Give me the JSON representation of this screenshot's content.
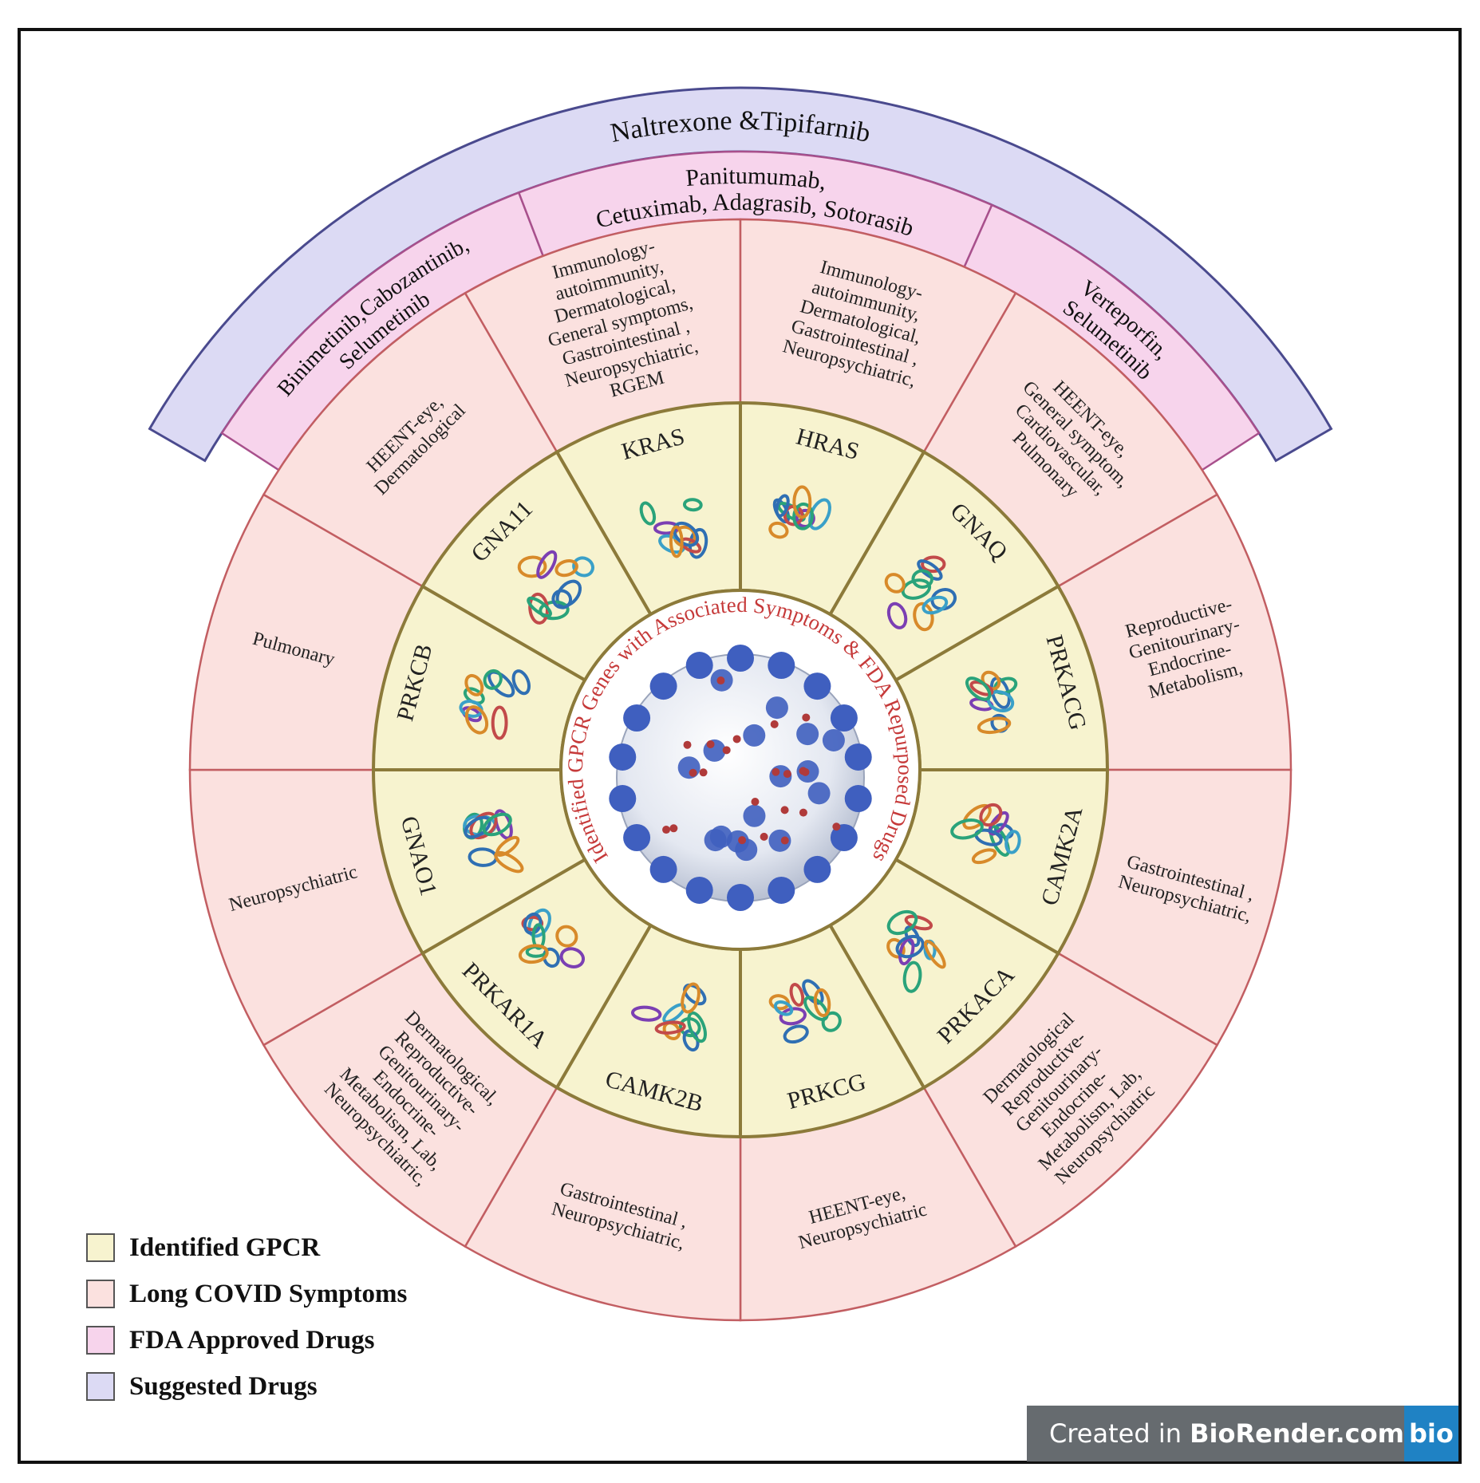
{
  "diagram": {
    "center_title": "Identified GPCR Genes with Associated Symptoms & FDA Repurposed Drugs",
    "genes": [
      "KRAS",
      "HRAS",
      "GNAQ",
      "PRKACG",
      "CAMK2A",
      "PRKACA",
      "PRKCG",
      "CAMK2B",
      "PRKAR1A",
      "GNAO1",
      "PRKCB",
      "GNA11"
    ],
    "symptoms": [
      [
        "Immunology-",
        "autoimmunity,",
        "Dermatological,",
        "General symptoms,",
        "Gastrointestinal ,",
        "Neuropsychiatric,",
        "RGEM"
      ],
      [
        "Immunology-",
        "autoimmunity,",
        "Dermatological,",
        "Gastrointestinal ,",
        "Neuropsychiatric,"
      ],
      [
        "HEENT-eye,",
        "General symptom,",
        "Cardiovascular,",
        "Pulmonary"
      ],
      [
        "Reproductive-",
        "Genitourinary-",
        "Endocrine-",
        "Metabolism,"
      ],
      [
        "Gastrointestinal ,",
        "Neuropsychiatric,"
      ],
      [
        "Dermatological",
        "Reproductive-",
        "Genitourinary-",
        "Endocrine-",
        "Metabolism, Lab,",
        "Neuropsychiatric"
      ],
      [
        "HEENT-eye,",
        "Neuropsychiatric"
      ],
      [
        "Gastrointestinal ,",
        "Neuropsychiatric,"
      ],
      [
        "Dermatological,",
        "Reproductive-",
        "Genitourinary-",
        "Endocrine-",
        "Metabolism, Lab,",
        "Neuropsychiatric,"
      ],
      [
        "Neuropsychiatric"
      ],
      [
        "Pulmonary"
      ],
      [
        "HEENT-eye,",
        "Dermatological"
      ]
    ],
    "fda_drugs": {
      "left": [
        "Binimetinib,Cabozantinib,",
        "Selumetinib"
      ],
      "middle": [
        "Panitumumab,",
        "Cetuximab, Adagrasib, Sotorasib"
      ],
      "right": [
        "Verteporfin,",
        "Selumetinib"
      ]
    },
    "suggested_drugs": "Naltrexone &Tipifarnib"
  },
  "legend": [
    {
      "label": "Identified GPCR",
      "color": "#f7f3cf"
    },
    {
      "label": "Long COVID Symptoms",
      "color": "#fbe1df"
    },
    {
      "label": "FDA Approved Drugs",
      "color": "#f7d4ec"
    },
    {
      "label": "Suggested Drugs",
      "color": "#dcdaf4"
    }
  ],
  "badge": {
    "prefix": "Created in ",
    "brand": "BioRender.com",
    "logo": "bio"
  },
  "colors": {
    "gene_ring": "#f7f3cf",
    "gene_border": "#8c7a3a",
    "symptom_ring": "#fbe1df",
    "symptom_border": "#c25e62",
    "fda_ring": "#f7d4ec",
    "fda_border": "#a8508c",
    "suggested_ring": "#dcdaf4",
    "suggested_border": "#4a4a8e",
    "title_red": "#c63a3a",
    "virus_blue": "#3f5fbf"
  }
}
